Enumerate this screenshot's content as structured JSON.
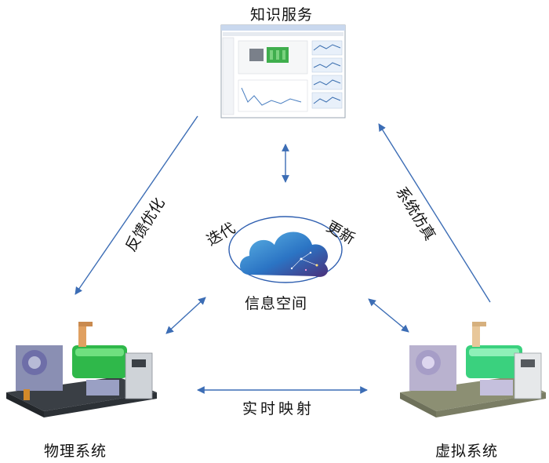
{
  "nodes": {
    "knowledge_service": "知识服务",
    "info_space": "信息空间",
    "physical_system": "物理系统",
    "virtual_system": "虚拟系统"
  },
  "edges": {
    "feedback_optimization": "反馈优化",
    "system_simulation": "系统仿真",
    "realtime_mapping": "实时映射",
    "iteration": "迭代",
    "update": "更新"
  },
  "colors": {
    "arrow": "#3c6db5",
    "ellipse": "#2f5fb0",
    "machine_green_physical": "#2fb84a",
    "machine_green_virtual": "#3ad17e"
  }
}
